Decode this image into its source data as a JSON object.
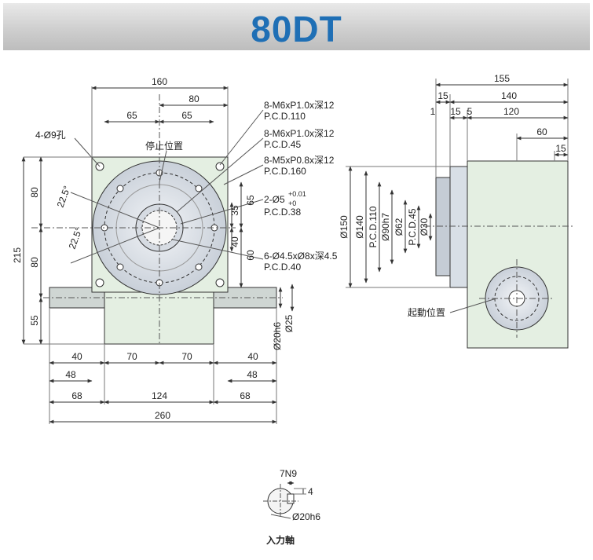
{
  "title": "80DT",
  "front": {
    "w160": "160",
    "w80": "80",
    "w65a": "65",
    "w65b": "65",
    "hole4": "4-Ø9孔",
    "stop_pos": "停止位置",
    "a22a": "22.5°",
    "a22b": "22.5°",
    "h215": "215",
    "h80a": "80",
    "h80b": "80",
    "h55": "55",
    "h65": "65",
    "h35": "35",
    "h40": "40",
    "h60": "60",
    "b40a": "40",
    "b70a": "70",
    "b70b": "70",
    "b40b": "40",
    "b48a": "48",
    "b48b": "48",
    "b68a": "68",
    "b124": "124",
    "b68b": "68",
    "b260": "260",
    "d_h6": "Ø20h6",
    "d25": "Ø25"
  },
  "notes": {
    "n1a": "8-M6xP1.0x深12",
    "n1b": "P.C.D.110",
    "n2a": "8-M6xP1.0x深12",
    "n2b": "P.C.D.45",
    "n3a": "8-M5xP0.8x深12",
    "n3b": "P.C.D.160",
    "n4a": "2-Ø5",
    "n4sup": "+0.01",
    "n4sub": "+0",
    "n4b": "P.C.D.38",
    "n5a": "6-Ø4.5xØ8x深4.5",
    "n5b": "P.C.D.40"
  },
  "side": {
    "w155": "155",
    "w15a": "15",
    "w140": "140",
    "w1": "1",
    "w15b": "15",
    "w5": "5",
    "w120": "120",
    "w60": "60",
    "w15c": "15",
    "d150": "Ø150",
    "d140": "Ø140",
    "pcd110": "P.C.D.110",
    "d90": "Ø90h7",
    "d62": "Ø62",
    "pcd45": "P.C.D.45",
    "d30": "Ø30",
    "start_pos": "起動位置"
  },
  "shaft": {
    "key": "7N9",
    "depth": "4",
    "dia": "Ø20h6",
    "label": "入力軸"
  },
  "colors": {
    "title": "#1f6fb5",
    "body": "#e4efe2",
    "table": "#dde3ea",
    "line": "#333333"
  }
}
